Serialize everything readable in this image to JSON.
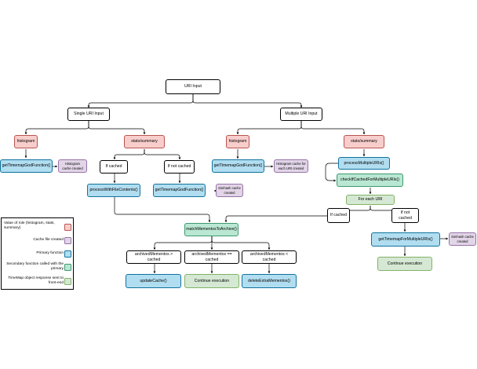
{
  "nodes": {
    "uri_input": "URI Input",
    "single_uri_input": "Single URI Input",
    "multiple_uri_input": "Multiple URI Input",
    "histogram_single": "histogram",
    "stats_summary_single": "stats/summary",
    "histogram_multi": "histogram",
    "stats_summary_multi": "stats/summary",
    "get_timemap_god_single": "getTimemapGodFunction()",
    "histogram_cache_single": "Histogram cache created",
    "if_cached_single": "If cached",
    "if_not_cached_single": "If not cached",
    "get_timemap_god_multi": "getTimemapGodFunction()",
    "histogram_cache_multi": "Histogram cache for each URI created",
    "process_multiple_uris": "processMultipleURIs()",
    "process_with_file_contents": "processWithFileContents()",
    "get_timemap_god_stats": "getTimemapGodFunction()",
    "simhash_cache_single": "Simhash cache created",
    "check_if_cached_multiple": "checkIfCachedForMultipleURIs()",
    "for_each_uri": "For each URI",
    "if_cached_multi": "If cached",
    "if_not_cached_multi": "If not cached",
    "match_mementos": "matchMementosToArchive()",
    "get_timemap_multiple_uris": "getTimemapForMultipleURIs()",
    "simhash_cache_multi": "Simhash cache created",
    "archived_gt_cached": "archivedMementos > cached",
    "archived_eq_cached": "archivedMementos == cached",
    "archived_lt_cached": "archivedMementos < cached",
    "continue_execution_right": "Continue execution",
    "update_cache": "updateCache()",
    "continue_execution_mid": "Continue execution",
    "delete_extra_mementos": "deleteExtraMementos()"
  },
  "legend": {
    "items": [
      {
        "label": "Value of role (histogram, stats, summary)",
        "color": "#f8cecc",
        "border": "#b85450"
      },
      {
        "label": "Cache file created",
        "color": "#e1d5e7",
        "border": "#9673a6"
      },
      {
        "label": "Primary function",
        "color": "#b1ddf0",
        "border": "#10739e"
      },
      {
        "label": "Secondary function called with the primary",
        "color": "#b9e7d2",
        "border": "#3d9970"
      },
      {
        "label": "TimeMap object response sent to front-end",
        "color": "#d5e8d4",
        "border": "#82b366"
      }
    ]
  }
}
